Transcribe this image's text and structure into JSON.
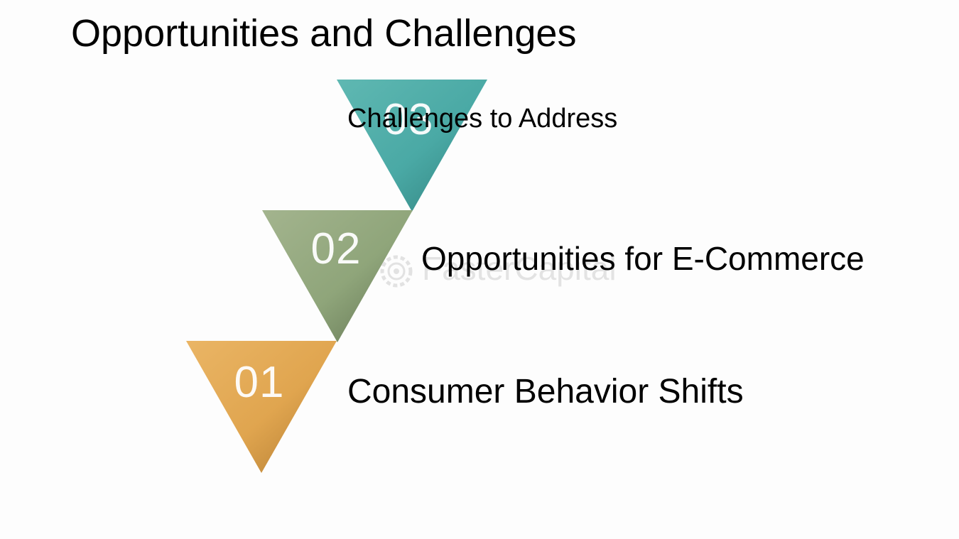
{
  "title": "Opportunities and Challenges",
  "steps": [
    {
      "number": "01",
      "label": "Consumer Behavior Shifts",
      "color": "#e0a54f"
    },
    {
      "number": "02",
      "label": "Opportunities for E-Commerce",
      "color": "#8fa57a"
    },
    {
      "number": "03",
      "label": "Challenges to Address",
      "color": "#4aa9a5"
    }
  ],
  "watermark": {
    "text": "FasterCapital",
    "icon": "gear-logo-icon"
  },
  "colors": {
    "background": "#fdfdfd",
    "text": "#000000",
    "number_text": "#ffffff"
  }
}
